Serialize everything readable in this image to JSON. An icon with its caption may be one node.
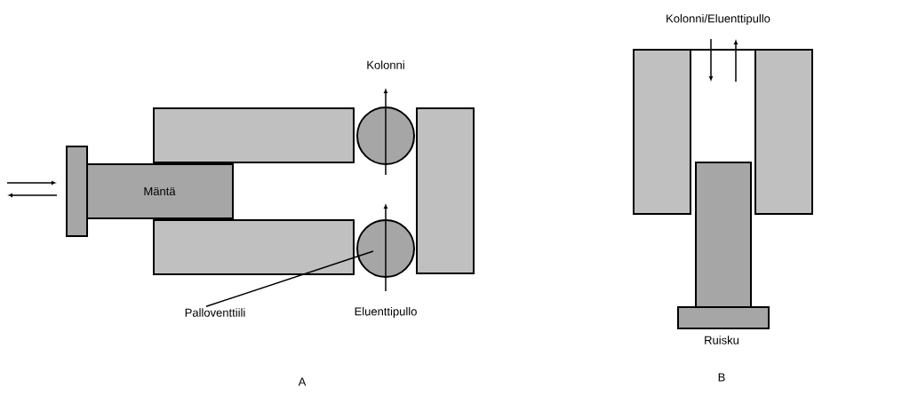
{
  "diagram": {
    "nodes": [
      {
        "text": [
          "Mäntä"
        ]
      },
      {
        "text": [],
        "shape": "box"
      },
      {
        "text": [],
        "shape": "box"
      },
      {
        "text": [],
        "shape": "box"
      },
      {
        "text": [],
        "shape": "circle"
      },
      {
        "text": [],
        "shape": "circle"
      },
      {
        "text": [],
        "shape": "box"
      },
      {
        "text": [
          "Palloventtiili"
        ]
      },
      {
        "text": [],
        "shape": "box"
      },
      {
        "text": [],
        "shape": "box"
      },
      {
        "text": [],
        "shape": "box"
      },
      {
        "text": [],
        "shape": "box"
      }
    ],
    "edges": [
      {
        "from": 7,
        "to": 5,
        "arrow": "none"
      }
    ],
    "labels": [
      "Kolonni",
      "Eluenttipullo",
      "A",
      "Kolonni/Eluenttipullo",
      "Ruisku",
      "B"
    ]
  }
}
